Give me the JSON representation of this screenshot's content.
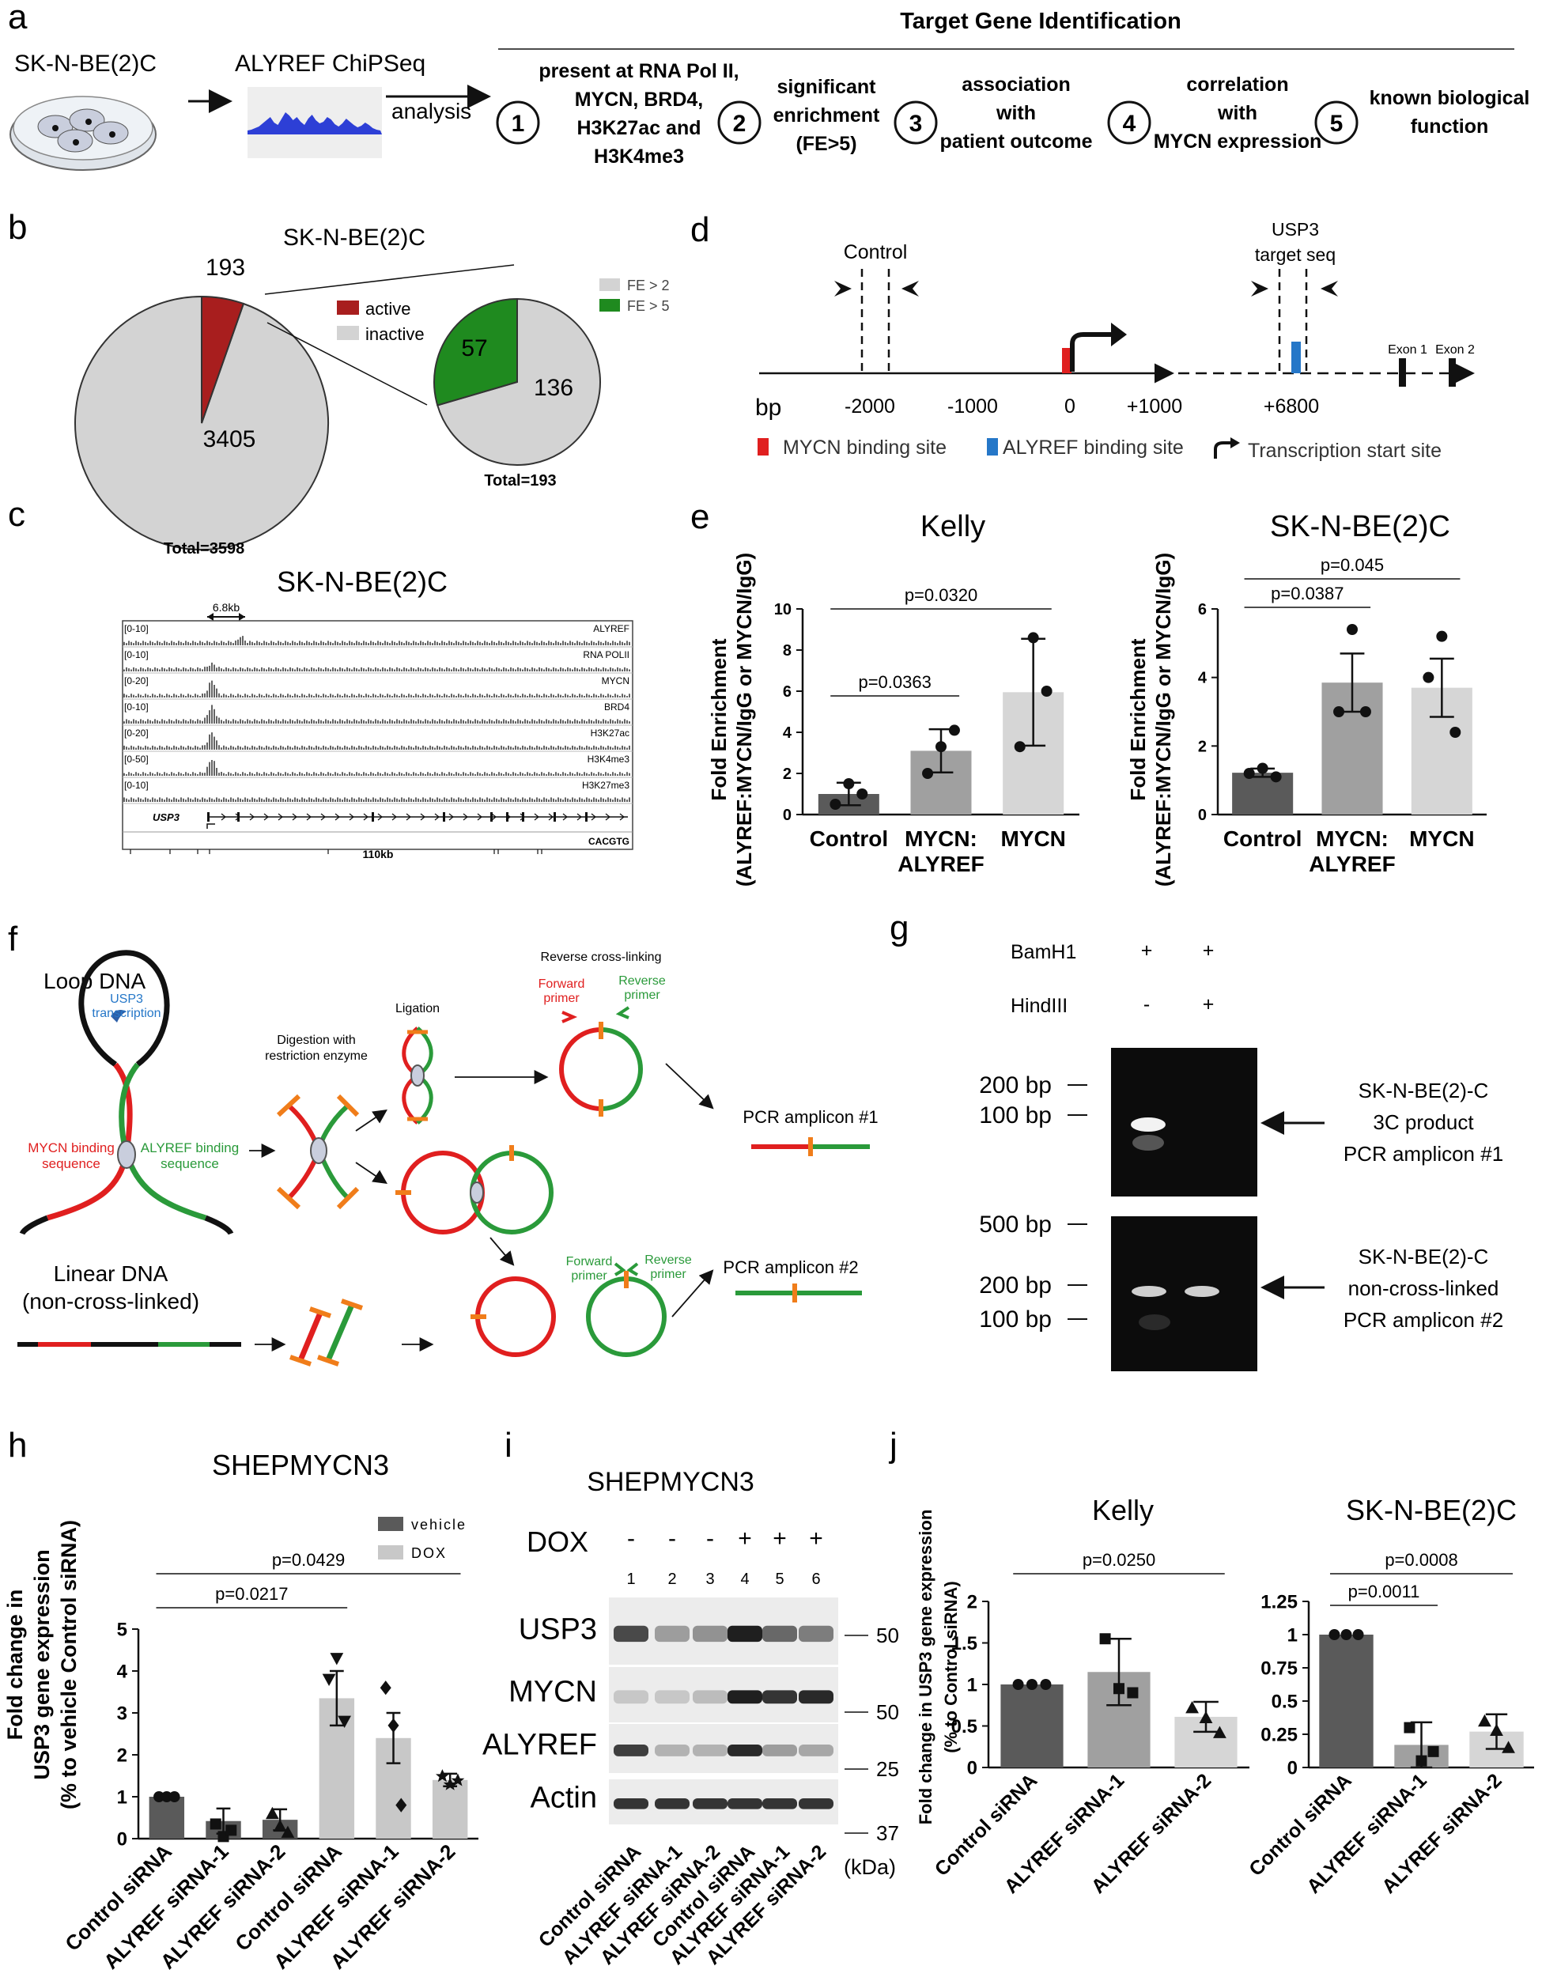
{
  "panels": {
    "a": {
      "label": "a",
      "cell_line": "SK-N-BE(2)C",
      "chipseq": "ALYREF ChiPSeq",
      "analysis": "analysis",
      "header": "Target Gene Identification",
      "steps": [
        {
          "n": "1",
          "lines": [
            "present at RNA Pol II,",
            "MYCN, BRD4,",
            "H3K27ac and",
            "H3K4me3"
          ]
        },
        {
          "n": "2",
          "lines": [
            "significant",
            "enrichment",
            "(FE>5)"
          ]
        },
        {
          "n": "3",
          "lines": [
            "association",
            "with",
            "patient outcome"
          ]
        },
        {
          "n": "4",
          "lines": [
            "correlation",
            "with",
            "MYCN expression"
          ]
        },
        {
          "n": "5",
          "lines": [
            "known biological",
            "function"
          ]
        }
      ]
    },
    "b": {
      "label": "b",
      "title": "SK-N-BE(2)C",
      "big_pie": {
        "active": 193,
        "inactive": 3405,
        "total_label": "Total=3598"
      },
      "legend1": [
        "active",
        "inactive"
      ],
      "small_pie": {
        "fe5": 57,
        "fe2": 136,
        "total_label": "Total=193"
      },
      "legend2": [
        "FE > 2",
        "FE > 5"
      ],
      "colors": {
        "active": "#a81e1e",
        "inactive": "#d3d3d3",
        "fe5": "#1f8a1f",
        "fe2": "#d3d3d3"
      }
    },
    "c": {
      "label": "c",
      "title": "SK-N-BE(2)C",
      "scale_bar": "6.8kb",
      "tracks": [
        {
          "range": "[0-10]",
          "name": "ALYREF"
        },
        {
          "range": "[0-10]",
          "name": "RNA POLII"
        },
        {
          "range": "[0-20]",
          "name": "MYCN"
        },
        {
          "range": "[0-10]",
          "name": "BRD4"
        },
        {
          "range": "[0-20]",
          "name": "H3K27ac"
        },
        {
          "range": "[0-50]",
          "name": "H3K4me3"
        },
        {
          "range": "[0-10]",
          "name": "H3K27me3"
        }
      ],
      "gene": "USP3",
      "motif": "CACGTG",
      "span": "110kb"
    },
    "d": {
      "label": "d",
      "control": "Control",
      "usp3": [
        "USP3",
        "target seq"
      ],
      "exons": [
        "Exon 1",
        "Exon 2"
      ],
      "axis_labels": [
        "bp",
        "-2000",
        "-1000",
        "0",
        "+1000",
        "+6800"
      ],
      "legend": [
        "MYCN binding site",
        "ALYREF binding site",
        "Transcription start site"
      ]
    },
    "e": {
      "label": "e",
      "ylabel": [
        "Fold Enrichment",
        "(ALYREF:MYCN/IgG or MYCN/IgG)"
      ]
    },
    "f": {
      "label": "f",
      "loop_dna": "Loop DNA",
      "usp3_tx": [
        "USP3",
        "transcription"
      ],
      "mycn_seq": [
        "MYCN binding",
        "sequence"
      ],
      "alyref_seq": [
        "ALYREF binding",
        "sequence"
      ],
      "digestion": [
        "Digestion with",
        "restriction enzyme"
      ],
      "ligation": "Ligation",
      "reverse": "Reverse cross-linking",
      "fwd_primer": [
        "Forward",
        "primer"
      ],
      "rev_primer": [
        "Reverse",
        "primer"
      ],
      "amplicon1": "PCR amplicon #1",
      "amplicon2": "PCR amplicon #2",
      "linear": [
        "Linear DNA",
        "(non-cross-linked)"
      ]
    },
    "g": {
      "label": "g",
      "bamh1": "BamH1",
      "hind": "HindIII",
      "bamh1_signs": [
        "+",
        "+"
      ],
      "hind_signs": [
        "-",
        "+"
      ],
      "gel1_markers": [
        "200 bp",
        "100 bp"
      ],
      "gel2_markers": [
        "500 bp",
        "200 bp",
        "100 bp"
      ],
      "product1": [
        "SK-N-BE(2)-C",
        "3C product",
        "PCR amplicon #1"
      ],
      "product2": [
        "SK-N-BE(2)-C",
        "non-cross-linked",
        "PCR amplicon #2"
      ]
    },
    "h": {
      "label": "h",
      "ylabel": [
        "Fold change in",
        "USP3 gene expression",
        "(% to vehicle Control siRNA)"
      ]
    },
    "i": {
      "label": "i",
      "title": "SHEPMYCN3",
      "dox_label": "DOX",
      "dox_signs": [
        "-",
        "-",
        "-",
        "+",
        "+",
        "+"
      ],
      "lanes": [
        "1",
        "2",
        "3",
        "4",
        "5",
        "6"
      ],
      "blots": [
        {
          "name": "USP3",
          "kda": "50"
        },
        {
          "name": "MYCN",
          "kda": "50"
        },
        {
          "name": "ALYREF",
          "kda": "25"
        },
        {
          "name": "Actin",
          "kda": "37"
        }
      ],
      "kda_unit": "(kDa)",
      "lane_names": [
        "Control siRNA",
        "ALYREF siRNA-1",
        "ALYREF siRNA-2",
        "Control siRNA",
        "ALYREF siRNA-1",
        "ALYREF siRNA-2"
      ]
    },
    "j": {
      "label": "j",
      "ylabel": [
        "Fold change in USP3 gene expression",
        "(% to Control siRNA)"
      ]
    }
  },
  "chart_data": [
    {
      "id": "e-kelly",
      "type": "bar",
      "title": "Kelly",
      "categories": [
        "Control",
        "MYCN:\nALYREF",
        "MYCN"
      ],
      "values": [
        1.0,
        3.1,
        5.95
      ],
      "errors": [
        0.55,
        1.05,
        2.6
      ],
      "points": [
        [
          0.5,
          1.5,
          1.0
        ],
        [
          2.0,
          3.3,
          4.1
        ],
        [
          3.3,
          8.6,
          6.0
        ]
      ],
      "ylim": [
        0,
        10
      ],
      "yticks": [
        0,
        2,
        4,
        6,
        8,
        10
      ],
      "colors": [
        "#5a5a5a",
        "#a0a0a0",
        "#d6d6d6"
      ],
      "pvalues": [
        {
          "from": 0,
          "to": 1,
          "text": "p=0.0363"
        },
        {
          "from": 0,
          "to": 2,
          "text": "p=0.0320"
        }
      ]
    },
    {
      "id": "e-sknbe",
      "type": "bar",
      "title": "SK-N-BE(2)C",
      "categories": [
        "Control",
        "MYCN:\nALYREF",
        "MYCN"
      ],
      "values": [
        1.22,
        3.85,
        3.7
      ],
      "errors": [
        0.12,
        0.85,
        0.85
      ],
      "points": [
        [
          1.2,
          1.35,
          1.1
        ],
        [
          3.0,
          5.4,
          3.0
        ],
        [
          4.0,
          5.2,
          2.4
        ]
      ],
      "ylim": [
        0,
        6
      ],
      "yticks": [
        0,
        2,
        4,
        6
      ],
      "colors": [
        "#5a5a5a",
        "#a0a0a0",
        "#d6d6d6"
      ],
      "pvalues": [
        {
          "from": 0,
          "to": 1,
          "text": "p=0.0387"
        },
        {
          "from": 0,
          "to": 2,
          "text": "p=0.045"
        }
      ]
    },
    {
      "id": "h-shep",
      "type": "bar",
      "title": "SHEPMYCN3",
      "categories": [
        "Control siRNA",
        "ALYREF siRNA-1",
        "ALYREF siRNA-2",
        "Control siRNA",
        "ALYREF siRNA-1",
        "ALYREF siRNA-2"
      ],
      "values": [
        1.0,
        0.42,
        0.45,
        3.35,
        2.4,
        1.4
      ],
      "errors": [
        0.0,
        0.3,
        0.25,
        0.65,
        0.6,
        0.15
      ],
      "points": [
        [
          1.0,
          1.0,
          1.0
        ],
        [
          0.35,
          0.05,
          0.2
        ],
        [
          0.6,
          0.3,
          0.15
        ],
        [
          3.8,
          4.3,
          2.8
        ],
        [
          3.6,
          2.7,
          0.8
        ],
        [
          1.5,
          1.3,
          1.4
        ]
      ],
      "markers": [
        "circle",
        "square",
        "triangle",
        "triangle-down",
        "diamond",
        "star"
      ],
      "ylim": [
        0,
        5
      ],
      "yticks": [
        0,
        1,
        2,
        3,
        4,
        5
      ],
      "colors": [
        "#5a5a5a",
        "#5a5a5a",
        "#5a5a5a",
        "#c8c8c8",
        "#c8c8c8",
        "#c8c8c8"
      ],
      "legend": [
        {
          "name": "vehicle",
          "color": "#5a5a5a"
        },
        {
          "name": "DOX",
          "color": "#c8c8c8"
        }
      ],
      "pvalues": [
        {
          "from": 0,
          "to": 3,
          "text": "p=0.0217"
        },
        {
          "from": 0,
          "to": 5,
          "text": "p=0.0429"
        }
      ]
    },
    {
      "id": "j-kelly",
      "type": "bar",
      "title": "Kelly",
      "categories": [
        "Control siRNA",
        "ALYREF siRNA-1",
        "ALYREF siRNA-2"
      ],
      "values": [
        1.0,
        1.15,
        0.61
      ],
      "errors": [
        0.0,
        0.4,
        0.18
      ],
      "points": [
        [
          1.0,
          1.0,
          1.0
        ],
        [
          1.55,
          0.95,
          0.9
        ],
        [
          0.72,
          0.6,
          0.42
        ]
      ],
      "markers": [
        "circle",
        "square",
        "triangle"
      ],
      "ylim": [
        0,
        2
      ],
      "yticks": [
        0,
        0.5,
        1,
        1.5,
        2
      ],
      "colors": [
        "#5a5a5a",
        "#a0a0a0",
        "#d6d6d6"
      ],
      "pvalues": [
        {
          "from": 0,
          "to": 2,
          "text": "p=0.0250"
        }
      ]
    },
    {
      "id": "j-sknbe",
      "type": "bar",
      "title": "SK-N-BE(2)C",
      "categories": [
        "Control siRNA",
        "ALYREF siRNA-1",
        "ALYREF siRNA-2"
      ],
      "values": [
        1.0,
        0.17,
        0.27
      ],
      "errors": [
        0.0,
        0.17,
        0.13
      ],
      "points": [
        [
          1.0,
          1.0,
          1.0
        ],
        [
          0.3,
          0.05,
          0.12
        ],
        [
          0.35,
          0.28,
          0.15
        ]
      ],
      "markers": [
        "circle",
        "square",
        "triangle"
      ],
      "ylim": [
        0,
        1.25
      ],
      "yticks": [
        0,
        0.25,
        0.5,
        0.75,
        1,
        1.25
      ],
      "colors": [
        "#5a5a5a",
        "#a0a0a0",
        "#d6d6d6"
      ],
      "pvalues": [
        {
          "from": 0,
          "to": 1,
          "text": "p=0.0011"
        },
        {
          "from": 0,
          "to": 2,
          "text": "p=0.0008"
        }
      ]
    }
  ]
}
